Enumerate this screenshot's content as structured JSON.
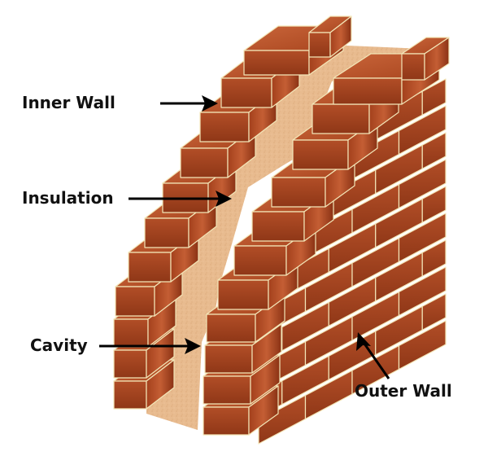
{
  "diagram": {
    "title": "Cavity wall construction",
    "labels": {
      "inner_wall": "Inner Wall",
      "insulation": "Insulation",
      "cavity": "Cavity",
      "outer_wall": "Outer Wall"
    },
    "colors": {
      "brick_top": "#b4502a",
      "brick_front": "#a8421f",
      "brick_side": "#8e3416",
      "brick_highlight": "#c9653a",
      "mortar": "#f3e6b8",
      "insulation": "#e8bb8f",
      "insulation_dark": "#d9a676",
      "arrow": "#000000",
      "background": "#ffffff"
    },
    "components": [
      "inner-wall",
      "insulation",
      "cavity",
      "outer-wall"
    ]
  }
}
